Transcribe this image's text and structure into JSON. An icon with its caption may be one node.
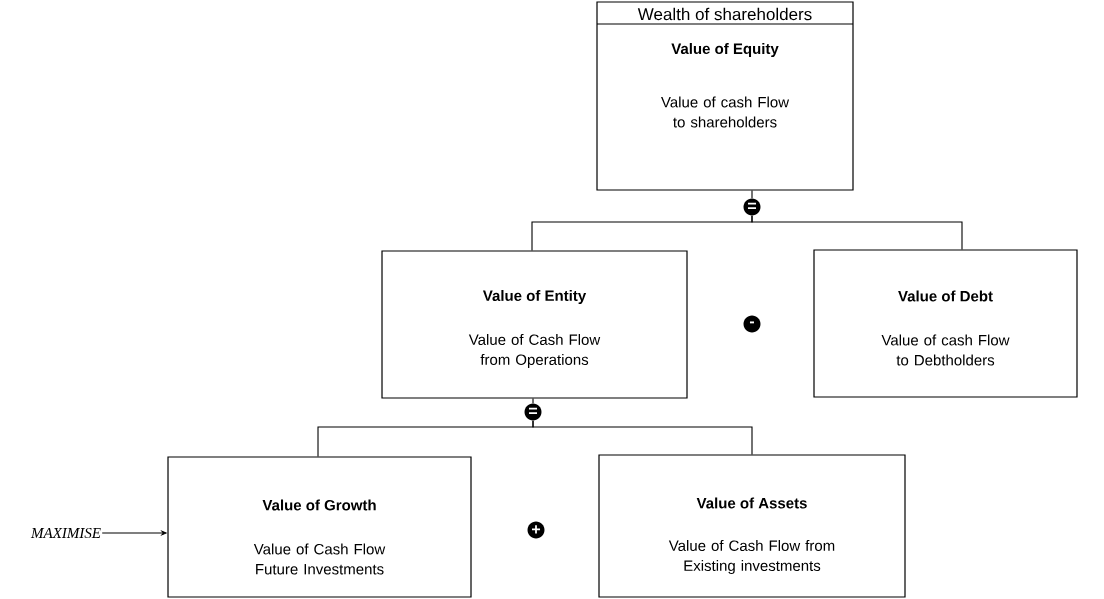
{
  "diagram": {
    "nodes": [
      {
        "text": [
          "Wealth of shareholders",
          "Value of Equity",
          "Value of cash Flow to shareholders"
        ]
      },
      {
        "text": [
          "="
        ]
      },
      {
        "text": [
          "Value of Entity",
          "Value of Cash Flow from Operations"
        ]
      },
      {
        "text": [
          "-"
        ]
      },
      {
        "text": [
          "Value of Debt",
          "Value of cash Flow to Debtholders"
        ]
      },
      {
        "text": [
          "="
        ]
      },
      {
        "text": [
          "MAXIMISE"
        ]
      },
      {
        "text": [
          "Value of Growth",
          "Value of Cash Flow Future Investments"
        ]
      },
      {
        "text": [
          "+"
        ]
      },
      {
        "text": [
          "Value of Assets",
          "Value of Cash Flow from Existing investments"
        ]
      }
    ],
    "edges": [
      {
        "from": 0,
        "to": 1,
        "arrow": "none"
      },
      {
        "from": 1,
        "to": 2,
        "arrow": "none"
      },
      {
        "from": 1,
        "to": 4,
        "arrow": "none"
      },
      {
        "from": 2,
        "to": 5,
        "arrow": "none"
      },
      {
        "from": 5,
        "to": 7,
        "arrow": "none"
      },
      {
        "from": 5,
        "to": 9,
        "arrow": "none"
      },
      {
        "from": 6,
        "to": 7,
        "arrow": "to"
      }
    ]
  }
}
